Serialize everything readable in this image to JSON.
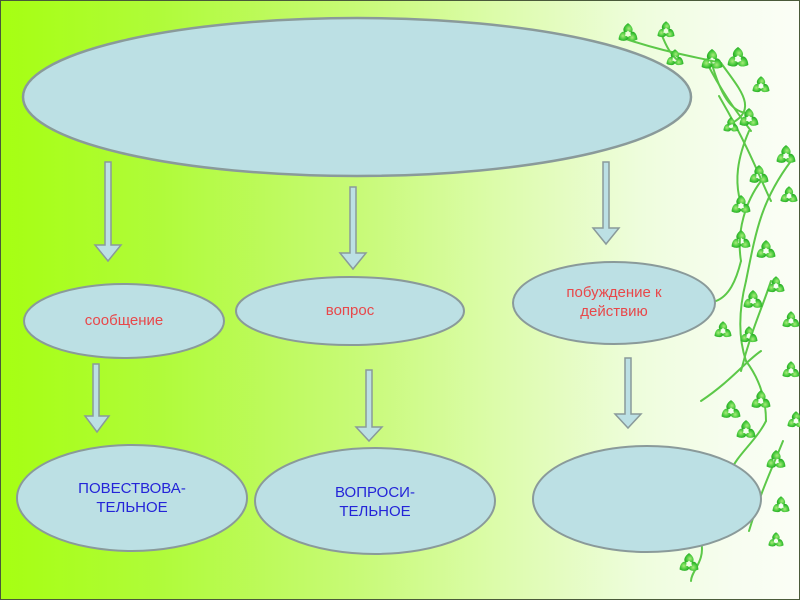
{
  "diagram": {
    "title_node": {
      "text": ""
    },
    "categories": [
      {
        "label": "сообщение"
      },
      {
        "label": "вопрос"
      },
      {
        "label": "побуждение к действию",
        "lines": [
          "побуждение к",
          "действию"
        ]
      }
    ],
    "sentence_types": [
      {
        "label": "ПОВЕСТВОВА-ТЕЛЬНОЕ",
        "lines": [
          "ПОВЕСТВОВА-",
          "ТЕЛЬНОЕ"
        ]
      },
      {
        "label": "ВОПРОСИ-ТЕЛЬНОЕ",
        "lines": [
          "ВОПРОСИ-",
          "ТЕЛЬНОЕ"
        ]
      },
      {
        "label": ""
      }
    ],
    "colors": {
      "node_fill": "#bce0e4",
      "node_stroke": "#8a9a9a",
      "category_text": "#e8484a",
      "type_text": "#2424d8",
      "clover": "#3cc83c"
    },
    "decoration": {
      "icon": "clover-vine-icon"
    }
  }
}
